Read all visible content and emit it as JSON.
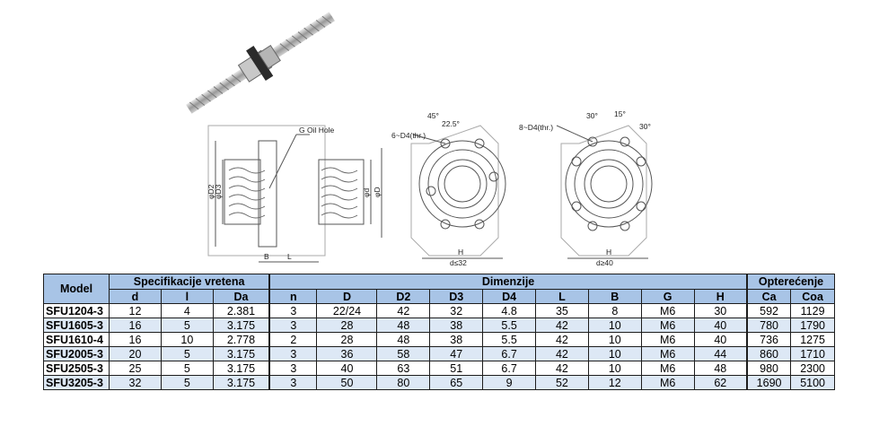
{
  "figure": {
    "labels": {
      "oil_hole": "G Oil Hole",
      "d2": "φD2",
      "d3": "φD3",
      "d": "φd",
      "D": "φD",
      "B": "B",
      "L": "L",
      "six_holes": "6~D4(thr.)",
      "eight_holes": "8~D4(thr.)",
      "angle_45": "45°",
      "angle_22_5": "22.5°",
      "angle_30a": "30°",
      "angle_15": "15°",
      "angle_30b": "30°",
      "H_left": "H",
      "H_right": "H",
      "cond_left": "d≤32",
      "cond_right": "d≥40"
    }
  },
  "table": {
    "model_header": "Model",
    "groups": {
      "spindle": "Specifikacije vretena",
      "dimensions": "Dimenzije",
      "load": "Opterećenje"
    },
    "columns": [
      "d",
      "l",
      "Da",
      "n",
      "D",
      "D2",
      "D3",
      "D4",
      "L",
      "B",
      "G",
      "H",
      "Ca",
      "Coa"
    ],
    "rows": [
      {
        "model": "SFU1204-3",
        "cells": [
          "12",
          "4",
          "2.381",
          "3",
          "22/24",
          "42",
          "32",
          "4.8",
          "35",
          "8",
          "M6",
          "30",
          "592",
          "1129"
        ]
      },
      {
        "model": "SFU1605-3",
        "cells": [
          "16",
          "5",
          "3.175",
          "3",
          "28",
          "48",
          "38",
          "5.5",
          "42",
          "10",
          "M6",
          "40",
          "780",
          "1790"
        ]
      },
      {
        "model": "SFU1610-4",
        "cells": [
          "16",
          "10",
          "2.778",
          "2",
          "28",
          "48",
          "38",
          "5.5",
          "42",
          "10",
          "M6",
          "40",
          "736",
          "1275"
        ]
      },
      {
        "model": "SFU2005-3",
        "cells": [
          "20",
          "5",
          "3.175",
          "3",
          "36",
          "58",
          "47",
          "6.7",
          "42",
          "10",
          "M6",
          "44",
          "860",
          "1710"
        ]
      },
      {
        "model": "SFU2505-3",
        "cells": [
          "25",
          "5",
          "3.175",
          "3",
          "40",
          "63",
          "51",
          "6.7",
          "42",
          "10",
          "M6",
          "48",
          "980",
          "2300"
        ]
      },
      {
        "model": "SFU3205-3",
        "cells": [
          "32",
          "5",
          "3.175",
          "3",
          "50",
          "80",
          "65",
          "9",
          "52",
          "12",
          "M6",
          "62",
          "1690",
          "5100"
        ]
      }
    ]
  }
}
